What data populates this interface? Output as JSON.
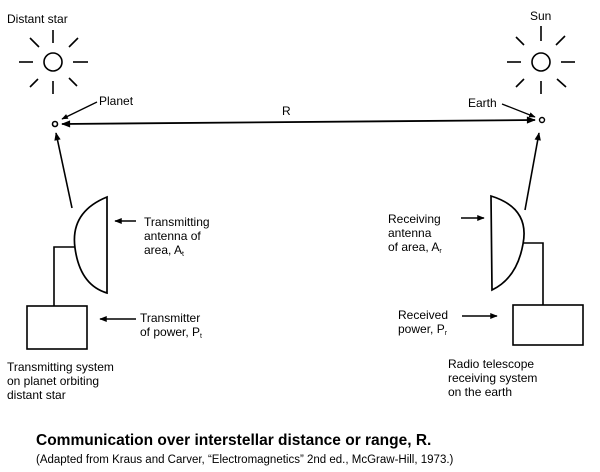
{
  "labels": {
    "distant_star": "Distant star",
    "sun": "Sun",
    "planet": "Planet",
    "earth": "Earth",
    "range": "R",
    "transmitting_antenna": "Transmitting\nantenna of\narea, A",
    "transmitting_antenna_sub": "t",
    "transmitter_power": "Transmitter\nof power, P",
    "transmitter_power_sub": "t",
    "receiving_antenna": "Receiving\nantenna\nof area, A",
    "receiving_antenna_sub": "r",
    "received_power": "Received\npower, P",
    "received_power_sub": "r",
    "transmitting_system": "Transmitting system\non planet orbiting\ndistant star",
    "receiving_system": "Radio telescope\nreceiving system\non the earth"
  },
  "title": "Communication over interstellar distance or range, R.",
  "caption": "(Adapted from Kraus and Carver, “Electromagnetics” 2nd ed., McGraw-Hill, 1973.)"
}
